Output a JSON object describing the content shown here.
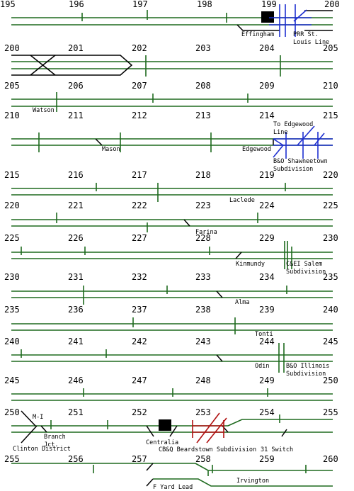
{
  "colors": {
    "track": "#1e6a1e",
    "junction": "#000000",
    "diamond": "#1e2fd0",
    "red_diamond": "#b01010",
    "text": "#000000"
  },
  "rows": [
    {
      "mileposts": [
        "195",
        "196",
        "197",
        "198",
        "199",
        "200"
      ],
      "labels": [
        {
          "id": "effingham",
          "text": "Effingham"
        },
        {
          "id": "prr-st",
          "text": "PRR St."
        },
        {
          "id": "louis-line",
          "text": "Louis Line"
        }
      ]
    },
    {
      "mileposts": [
        "200",
        "201",
        "202",
        "203",
        "204",
        "205"
      ],
      "labels": []
    },
    {
      "mileposts": [
        "205",
        "206",
        "207",
        "208",
        "209",
        "210"
      ],
      "labels": [
        {
          "id": "watson",
          "text": "Watson"
        }
      ]
    },
    {
      "mileposts": [
        "210",
        "211",
        "212",
        "213",
        "214",
        "215"
      ],
      "labels": [
        {
          "id": "mason",
          "text": "Mason"
        },
        {
          "id": "edgewood",
          "text": "Edgewood"
        },
        {
          "id": "to-edgewood",
          "text": "To Edgewood"
        },
        {
          "id": "line",
          "text": "Line"
        },
        {
          "id": "bo-shawneetown",
          "text": "B&O Shawneetown"
        },
        {
          "id": "subdivision-shawneetown",
          "text": "Subdivision"
        }
      ]
    },
    {
      "mileposts": [
        "215",
        "216",
        "217",
        "218",
        "219",
        "220"
      ],
      "labels": [
        {
          "id": "laclede",
          "text": "Laclede"
        }
      ]
    },
    {
      "mileposts": [
        "220",
        "221",
        "222",
        "223",
        "224",
        "225"
      ],
      "labels": [
        {
          "id": "farina",
          "text": "Farina"
        }
      ]
    },
    {
      "mileposts": [
        "225",
        "226",
        "227",
        "228",
        "229",
        "230"
      ],
      "labels": [
        {
          "id": "kinmundy",
          "text": "Kinmundy"
        },
        {
          "id": "csei-salem",
          "text": "C&EI Salem"
        },
        {
          "id": "subdivision-salem",
          "text": "Subdivision"
        }
      ]
    },
    {
      "mileposts": [
        "230",
        "231",
        "232",
        "233",
        "234",
        "235"
      ],
      "labels": [
        {
          "id": "alma",
          "text": "Alma"
        }
      ]
    },
    {
      "mileposts": [
        "235",
        "236",
        "237",
        "238",
        "239",
        "240"
      ],
      "labels": [
        {
          "id": "tonti",
          "text": "Tonti"
        }
      ]
    },
    {
      "mileposts": [
        "240",
        "241",
        "242",
        "243",
        "244",
        "245"
      ],
      "labels": [
        {
          "id": "odin",
          "text": "Odin"
        },
        {
          "id": "bo-illinois",
          "text": "B&O Illinois"
        },
        {
          "id": "subdivision-illinois",
          "text": "Subdivision"
        }
      ]
    },
    {
      "mileposts": [
        "245",
        "246",
        "247",
        "248",
        "249",
        "250"
      ],
      "labels": []
    },
    {
      "mileposts": [
        "250",
        "251",
        "252",
        "253",
        "254",
        "255"
      ],
      "labels": [
        {
          "id": "m-i",
          "text": "M-I"
        },
        {
          "id": "branch",
          "text": "Branch"
        },
        {
          "id": "jct",
          "text": "Jct."
        },
        {
          "id": "clinton-district",
          "text": "Clinton District"
        },
        {
          "id": "centralia",
          "text": "Centralia"
        },
        {
          "id": "cbq-beardstown",
          "text": "CB&Q Beardstown Subdivision"
        },
        {
          "id": "31-switch",
          "text": "31 Switch"
        }
      ]
    },
    {
      "mileposts": [
        "255",
        "256",
        "257",
        "258",
        "259",
        "260"
      ],
      "labels": [
        {
          "id": "irvington",
          "text": "Irvington"
        },
        {
          "id": "f-yard-lead",
          "text": "F Yard Lead"
        }
      ]
    }
  ]
}
